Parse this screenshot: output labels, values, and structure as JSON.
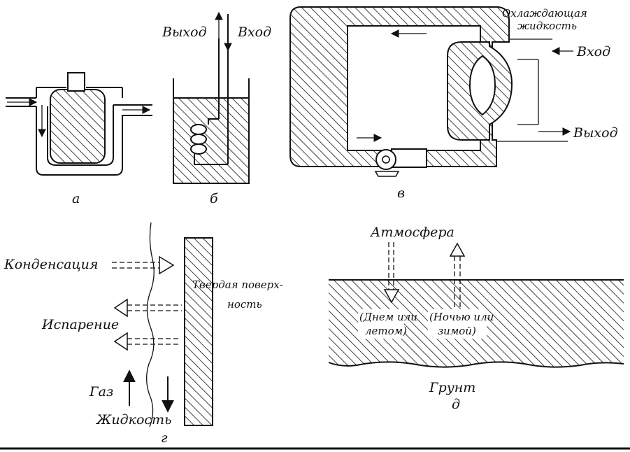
{
  "panels": {
    "a": {
      "letter": "а"
    },
    "b": {
      "letter": "б",
      "outlet": "Выход",
      "inlet": "Вход"
    },
    "v": {
      "letter": "в",
      "coolant": [
        "Охлаждающая",
        "жидкость"
      ],
      "inlet": "Вход",
      "outlet": "Выход"
    },
    "g": {
      "letter": "г",
      "condensation": "Конденсация",
      "evaporation": "Испарение",
      "solid_surface": [
        "Твердая поверх-",
        "ность"
      ],
      "gas": "Газ",
      "liquid": "Жидкость"
    },
    "d": {
      "letter": "д",
      "atmosphere": "Атмосфера",
      "day_summer": [
        "(Днем или",
        "летом)"
      ],
      "night_winter": [
        "(Ночью или",
        "зимой)"
      ],
      "soil": "Грунт"
    }
  }
}
